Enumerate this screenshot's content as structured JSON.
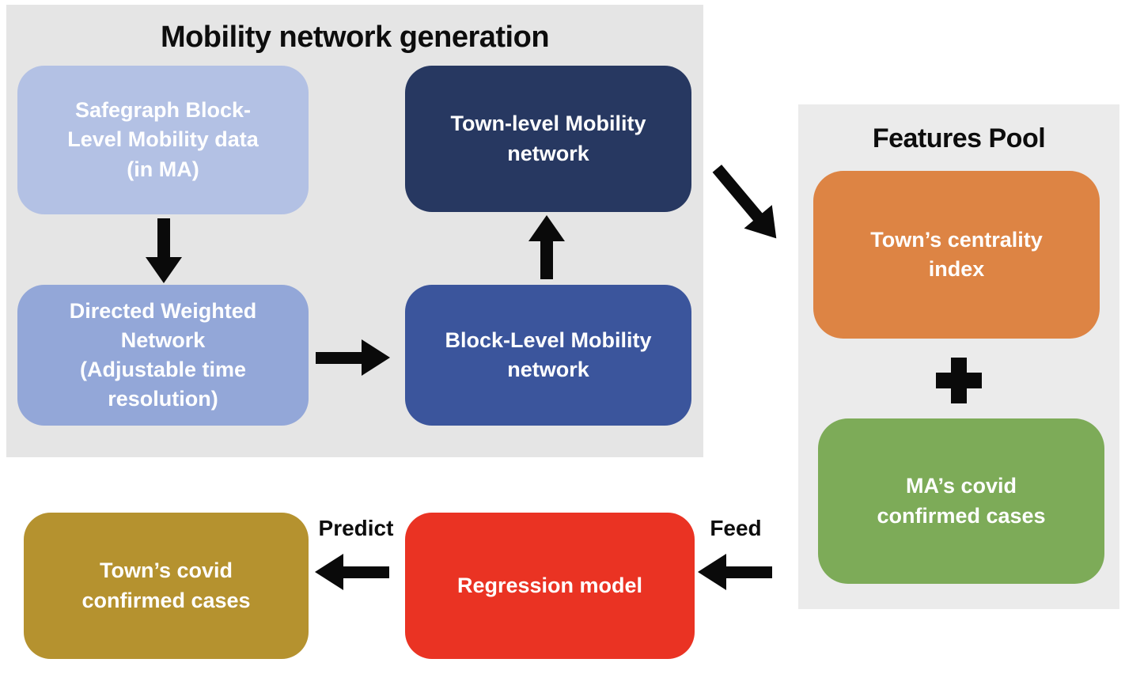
{
  "figure": {
    "background": "#ffffff",
    "arrow_color": "#0a0a0a"
  },
  "mobility_panel": {
    "title": "Mobility network generation",
    "background": "#e5e5e5",
    "nodes": {
      "safegraph": {
        "label": "Safegraph Block-\nLevel  Mobility data\n(in MA)",
        "color": "#b3c1e4"
      },
      "directed": {
        "label": "Directed Weighted\nNetwork\n(Adjustable time\nresolution)",
        "color": "#93a7d8"
      },
      "town_network": {
        "label": "Town-level Mobility\nnetwork",
        "color": "#273861"
      },
      "block_network": {
        "label": "Block-Level Mobility\nnetwork",
        "color": "#3b559c"
      }
    }
  },
  "features_panel": {
    "title": "Features Pool",
    "background": "#ebebeb",
    "nodes": {
      "centrality": {
        "label": "Town’s centrality\nindex",
        "color": "#dd8444"
      },
      "ma_cases": {
        "label": "MA’s covid\nconfirmed cases",
        "color": "#7dab58"
      }
    }
  },
  "bottom_row": {
    "town_cases": {
      "label": "Town’s covid\nconfirmed cases",
      "color": "#b5922f"
    },
    "regression": {
      "label": "Regression model",
      "color": "#ea3323"
    },
    "predict_label": "Predict",
    "feed_label": "Feed"
  }
}
